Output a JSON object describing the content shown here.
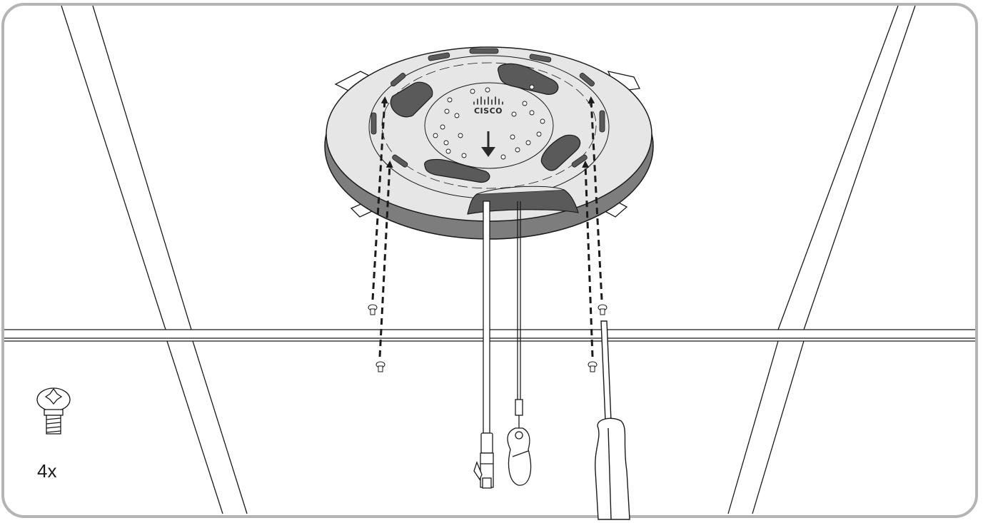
{
  "brand": {
    "name": "CISCO",
    "logo_icon": "cisco-bridge-logo"
  },
  "screw_quantity": "4x",
  "colors": {
    "frame_border": "#b4b4b4",
    "line": "#1a1a1a",
    "bracket_fill": "#e6e6e6",
    "cutout_fill": "#5a5a5a",
    "rim_fill": "#7d7d7d"
  },
  "icons": {
    "arrow": "dashed-arrow-up-icon",
    "screw": "screw-icon",
    "screwdriver": "screwdriver-icon",
    "cable": "ethernet-cable-icon",
    "carabiner": "carabiner-icon"
  }
}
